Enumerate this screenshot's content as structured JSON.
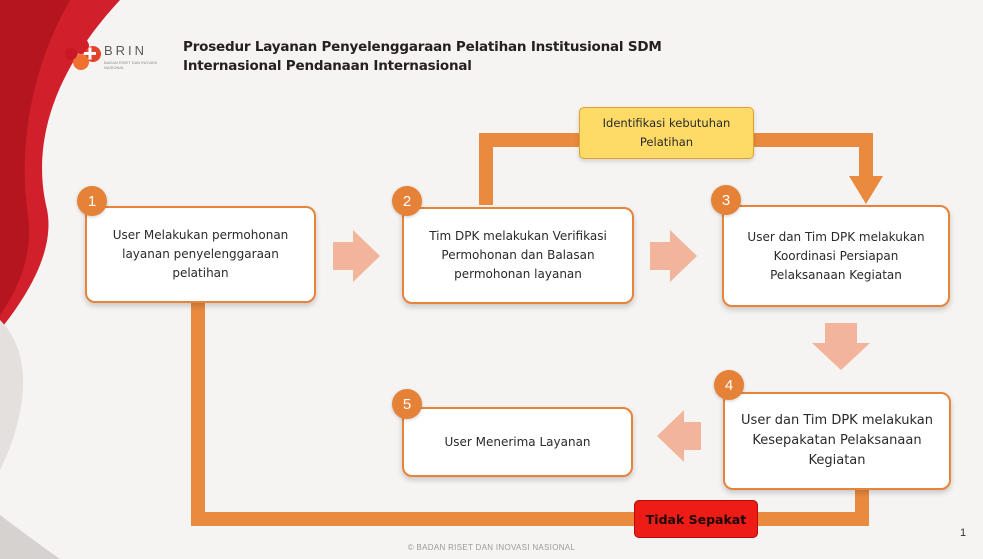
{
  "header": {
    "logo_text": "BRIN",
    "logo_subtext": "BADAN RISET DAN INOVASI NASIONAL",
    "title_line1": "Prosedur Layanan Penyelenggaraan Pelatihan Institusional SDM",
    "title_line2": "Internasional Pendanaan Internasional"
  },
  "steps": [
    {
      "number": "1",
      "lines": [
        "User Melakukan permohonan",
        "layanan penyelenggaraan",
        "pelatihan"
      ]
    },
    {
      "number": "2",
      "lines": [
        "Tim DPK melakukan Verifikasi",
        "Permohonan dan Balasan",
        "permohonan layanan"
      ]
    },
    {
      "number": "3",
      "lines": [
        "User dan Tim DPK melakukan",
        "Koordinasi Persiapan",
        "Pelaksanaan Kegiatan"
      ]
    },
    {
      "number": "4",
      "lines": [
        "User dan Tim DPK melakukan",
        "Kesepakatan Pelaksanaan",
        "Kegiatan"
      ]
    },
    {
      "number": "5",
      "lines": [
        "User Menerima Layanan"
      ]
    }
  ],
  "identifikasi": {
    "line1": "Identifikasi kebutuhan",
    "line2": "Pelatihan"
  },
  "tidak_sepakat": "Tidak Sepakat",
  "page_number": "1",
  "footer": "© BADAN RISET DAN INOVASI NASIONAL",
  "colors": {
    "accent_orange": "#e6843c",
    "chevron_peach": "#f2b49a",
    "loop_orange": "#e98a3e",
    "highlight_yellow": "#fedb67",
    "alert_red": "#ee1c16",
    "brand_red": "#d11f2b"
  }
}
